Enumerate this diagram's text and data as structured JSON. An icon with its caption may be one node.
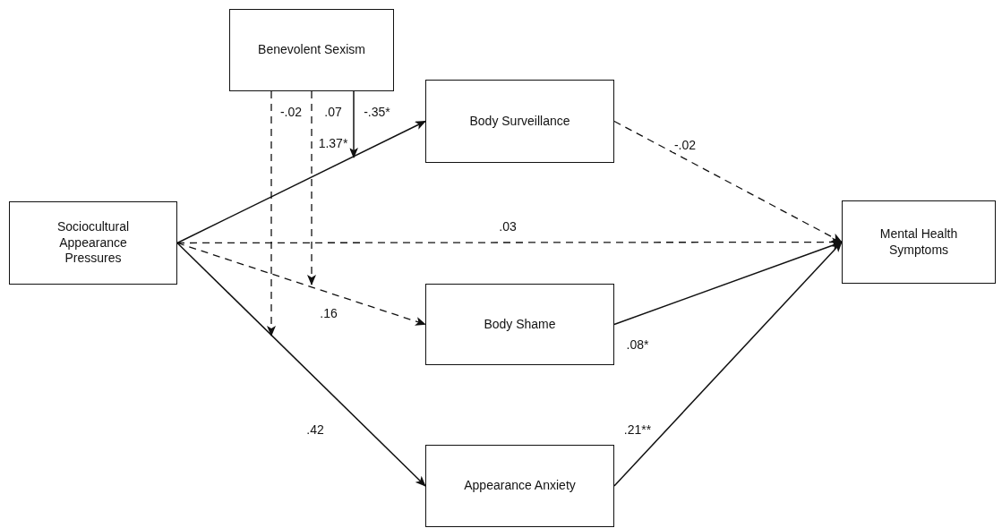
{
  "diagram": {
    "nodes": [
      {
        "text": [
          "Benevolent Sexism"
        ]
      },
      {
        "text": [
          "Body Surveillance"
        ]
      },
      {
        "text": [
          "Sociocultural Appearance Pressures"
        ]
      },
      {
        "text": [
          "Mental Health Symptoms"
        ]
      },
      {
        "text": [
          "Body Shame"
        ]
      },
      {
        "text": [
          "Appearance Anxiety"
        ]
      }
    ],
    "edges": [
      {
        "from": 2,
        "to": 1,
        "arrow": "to",
        "label": "1.37*"
      },
      {
        "from": 2,
        "to": 3,
        "arrow": "to",
        "label": ".03",
        "style": "dashed"
      },
      {
        "from": 2,
        "to": 4,
        "arrow": "to",
        "label": ".16",
        "style": "dashed"
      },
      {
        "from": 2,
        "to": 5,
        "arrow": "to",
        "label": ".42"
      },
      {
        "from": 1,
        "to": 3,
        "arrow": "to",
        "label": "-.02",
        "style": "dashed"
      },
      {
        "from": 4,
        "to": 3,
        "arrow": "to",
        "label": ".08*"
      },
      {
        "from": 5,
        "to": 3,
        "arrow": "to",
        "label": ".21**"
      },
      {
        "from": 0,
        "to": null,
        "arrow": "to",
        "label": "-.02",
        "style": "dashed"
      },
      {
        "from": 0,
        "to": null,
        "arrow": "to",
        "label": ".07",
        "style": "dashed"
      },
      {
        "from": 0,
        "to": null,
        "arrow": "to",
        "label": "-.35*"
      }
    ]
  }
}
